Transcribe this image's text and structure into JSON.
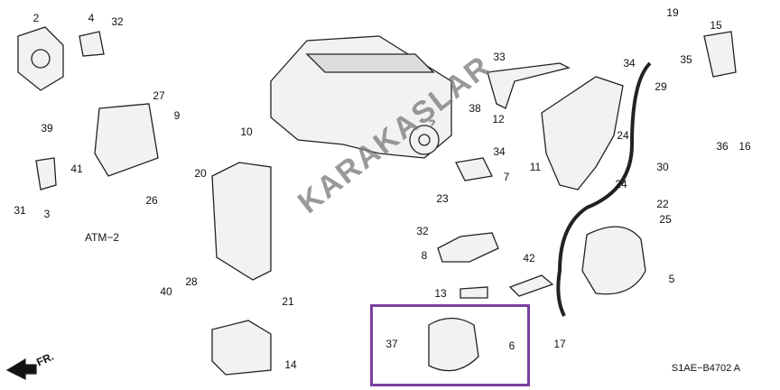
{
  "diagram": {
    "callouts": [
      "2",
      "4",
      "32",
      "19",
      "15",
      "33",
      "34",
      "35",
      "27",
      "9",
      "39",
      "41",
      "31",
      "3",
      "ATM−2",
      "10",
      "20",
      "26",
      "40",
      "28",
      "38",
      "12",
      "29",
      "36",
      "16",
      "30",
      "11",
      "24",
      "24",
      "34",
      "7",
      "23",
      "22",
      "25",
      "32",
      "8",
      "42",
      "13",
      "5",
      "21",
      "17",
      "37",
      "6",
      "14",
      "FR.",
      "S1AE−B4702 A"
    ],
    "watermark": "KARAKAŞLAR",
    "highlight_color": "#7b3fa0"
  }
}
